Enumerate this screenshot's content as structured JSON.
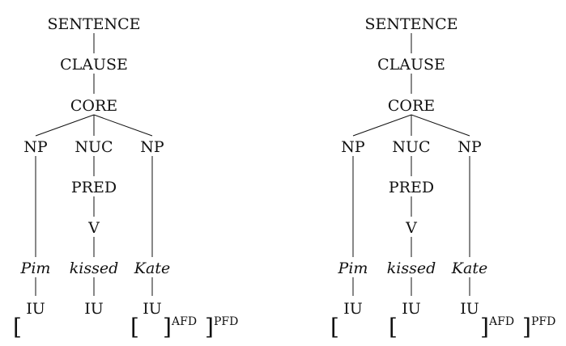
{
  "trees": [
    {
      "labels": {
        "sentence": "SENTENCE",
        "clause": "CLAUSE",
        "core": "CORE",
        "np1": "NP",
        "nuc": "NUC",
        "np2": "NP",
        "pred": "PRED",
        "v": "V",
        "w1": "Pim",
        "w2": "kissed",
        "w3": "Kate",
        "iu1": "IU",
        "iu2": "IU",
        "iu3": "IU"
      },
      "brackets": {
        "b1": "[",
        "b2": "[",
        "b3": "]",
        "b4": "]"
      },
      "superscripts": {
        "s1": "AFD",
        "s2": "PFD"
      }
    },
    {
      "labels": {
        "sentence": "SENTENCE",
        "clause": "CLAUSE",
        "core": "CORE",
        "np1": "NP",
        "nuc": "NUC",
        "np2": "NP",
        "pred": "PRED",
        "v": "V",
        "w1": "Pim",
        "w2": "kissed",
        "w3": "Kate",
        "iu1": "IU",
        "iu2": "IU",
        "iu3": "IU"
      },
      "brackets": {
        "b1": "[",
        "b2": "[",
        "b3": "]",
        "b4": "]"
      },
      "superscripts": {
        "s1": "AFD",
        "s2": "PFD"
      }
    }
  ]
}
